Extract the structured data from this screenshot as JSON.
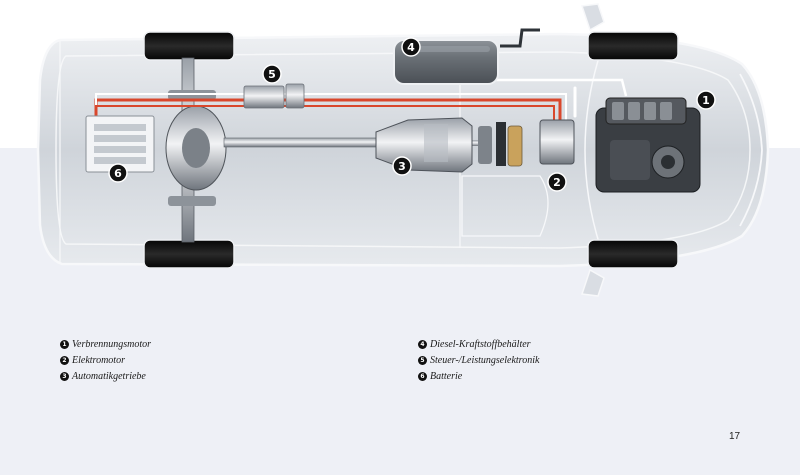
{
  "callouts": [
    {
      "num": "1",
      "label": "Verbrennungsmotor"
    },
    {
      "num": "2",
      "label": "Elektromotor"
    },
    {
      "num": "3",
      "label": "Automatikgetriebe"
    },
    {
      "num": "4",
      "label": "Diesel-Kraftstoffbehälter"
    },
    {
      "num": "5",
      "label": "Steuer-/Leistungselektronik"
    },
    {
      "num": "6",
      "label": "Batterie"
    }
  ],
  "page_number": "17",
  "colors": {
    "body_panel": "#d9dde3",
    "outline": "#f4f6f9",
    "tyre": "#161616",
    "hv_cable": "#d9472c",
    "lower_band": "#eef0f6"
  }
}
